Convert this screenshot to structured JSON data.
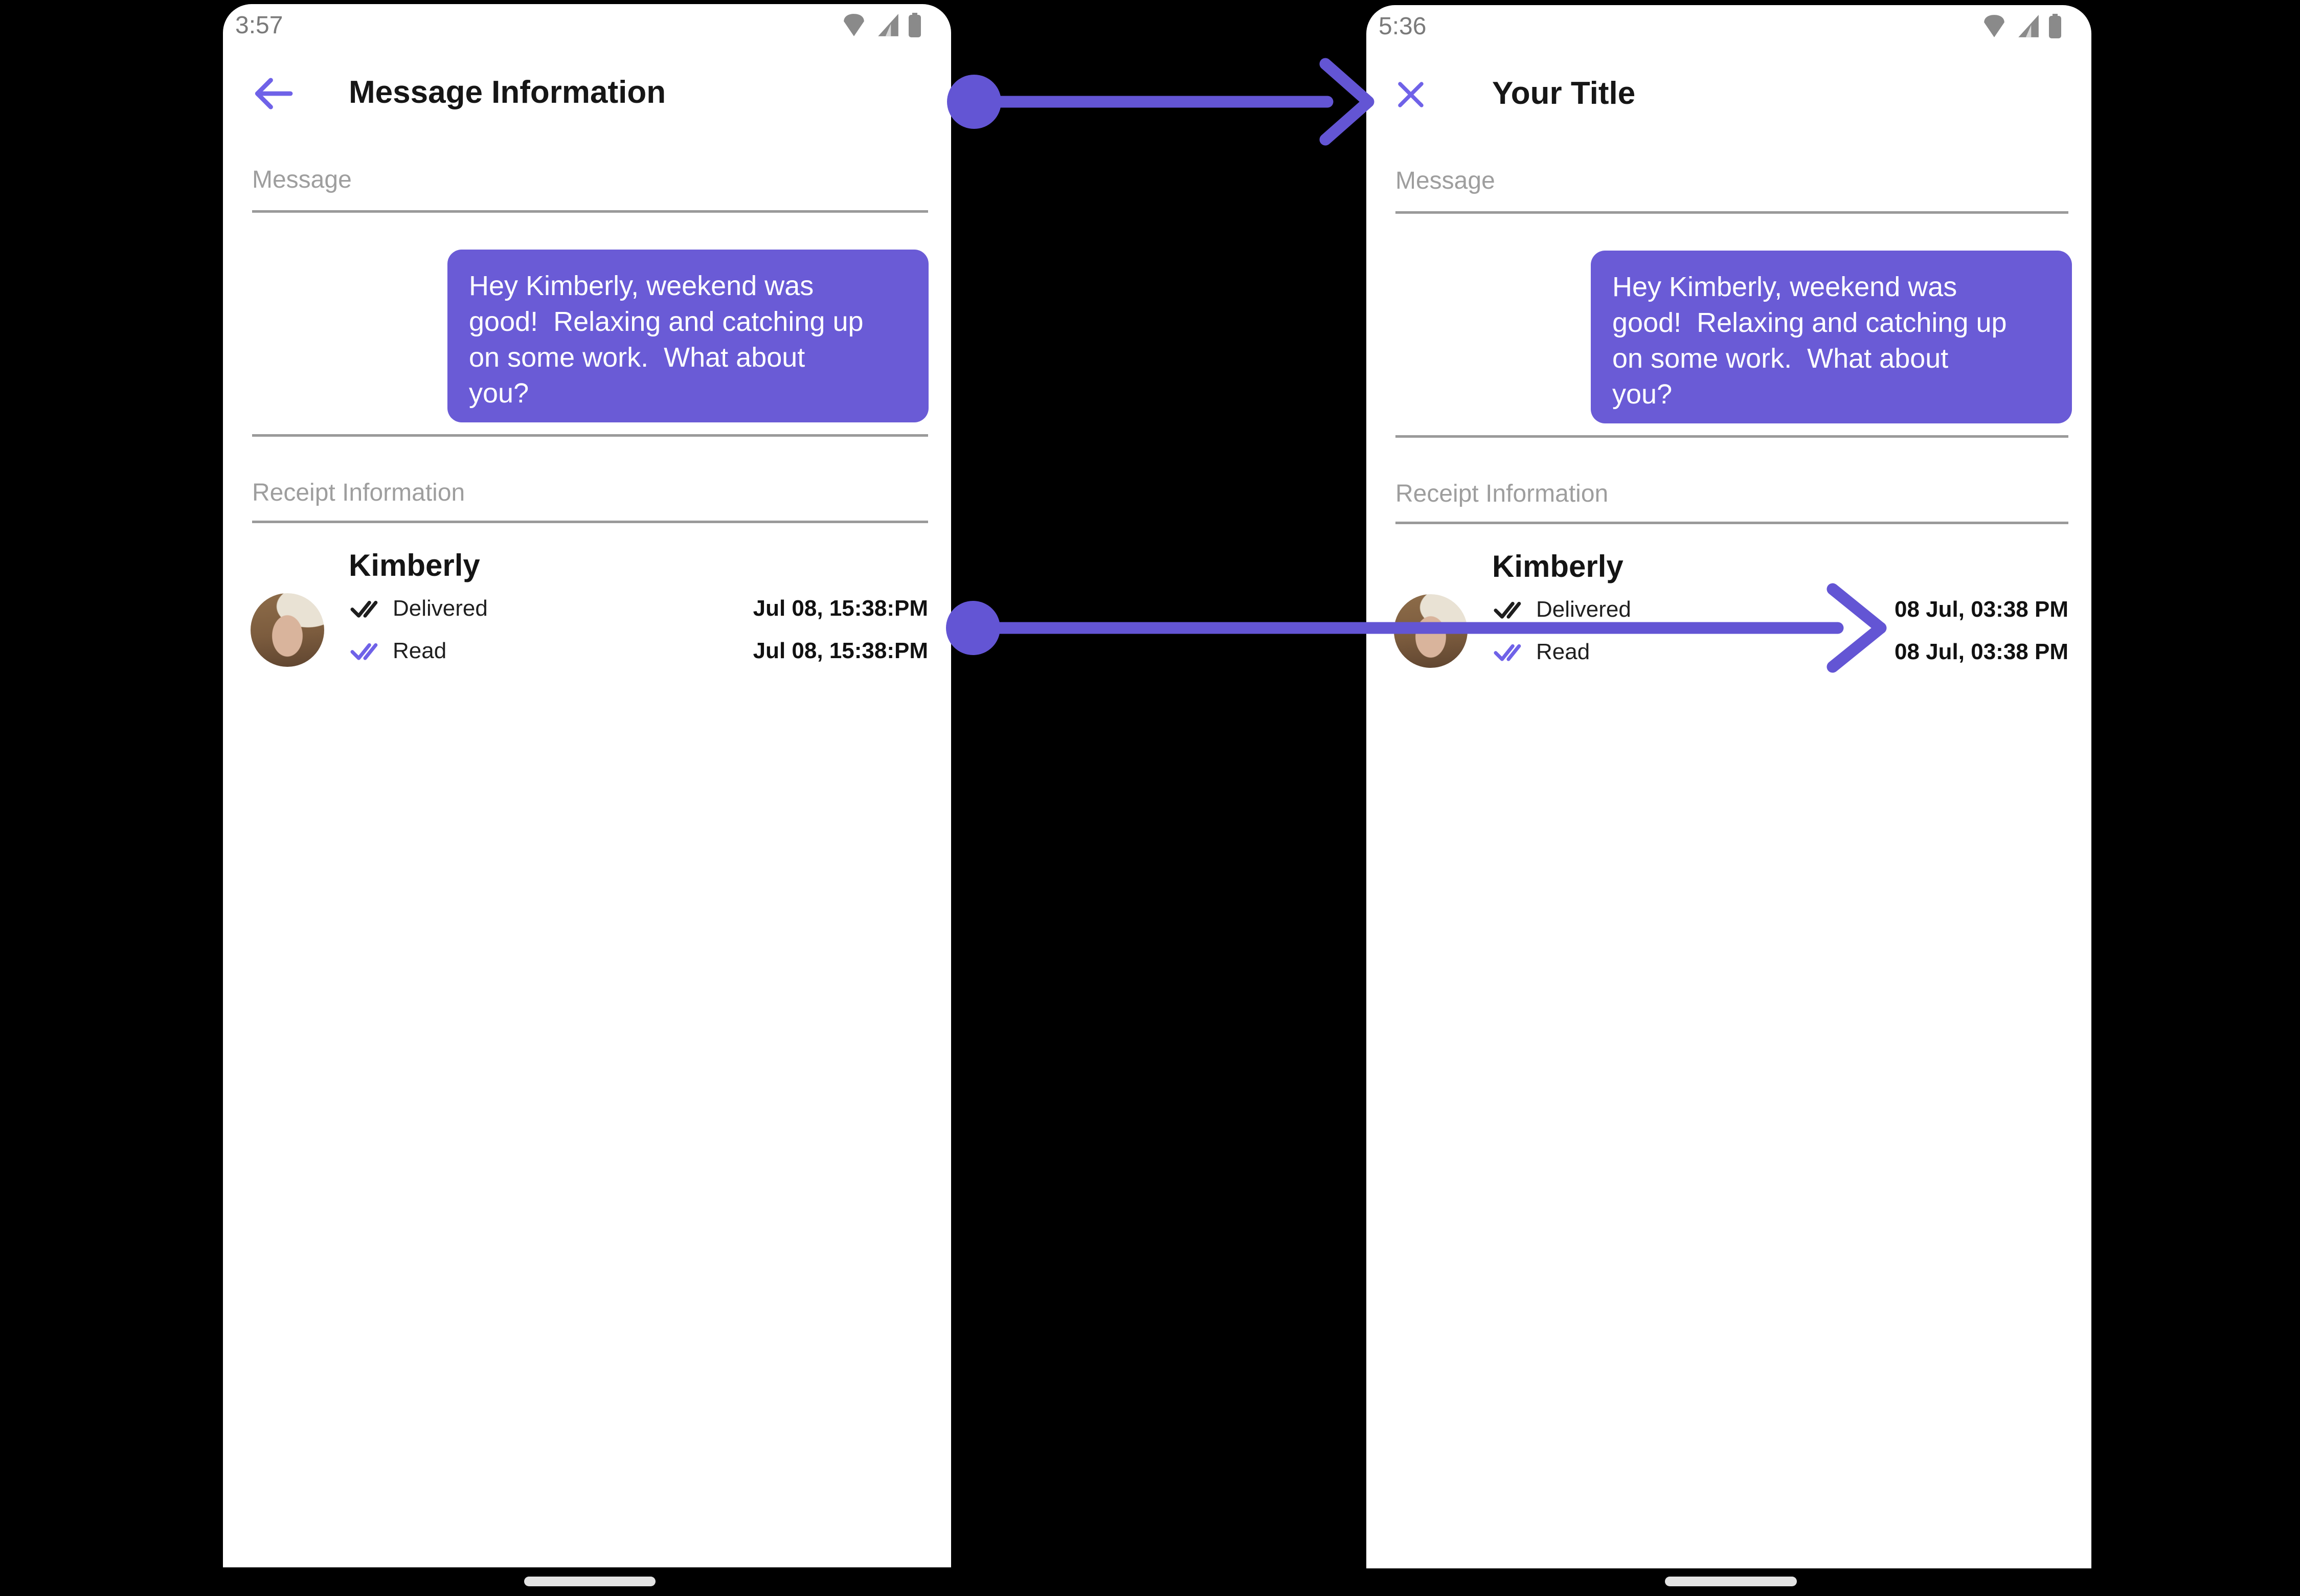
{
  "colors": {
    "background": "#000000",
    "accent_arrow_purple": "#6355d4",
    "bubble_purple": "#6a5bd6",
    "icon_purple": "#6f62e8",
    "label_gray": "#9e9e9e",
    "divider_gray": "#9a9a9a",
    "status_bar_gray": "#7a7a7a",
    "text_dark": "#161616",
    "home_pill_gray": "#e3e3e3"
  },
  "left_phone": {
    "status_bar": {
      "time": "3:57",
      "icons": [
        "wifi-icon",
        "cellular-signal-icon",
        "battery-icon"
      ]
    },
    "nav_icon": "back-arrow-icon",
    "title": "Message Information",
    "message_section_label": "Message",
    "bubble_text": "Hey Kimberly, weekend was\ngood!  Relaxing and catching up\non some work.  What about\nyou?",
    "receipt_section_label": "Receipt Information",
    "contact_name": "Kimberly",
    "receipts": [
      {
        "status": "Delivered",
        "time": "Jul 08, 15:38:PM",
        "check_color": "dark"
      },
      {
        "status": "Read",
        "time": "Jul 08, 15:38:PM",
        "check_color": "purple"
      }
    ]
  },
  "right_phone": {
    "status_bar": {
      "time": "5:36",
      "icons": [
        "wifi-icon",
        "cellular-signal-icon",
        "battery-icon"
      ]
    },
    "nav_icon": "close-icon",
    "title": "Your Title",
    "message_section_label": "Message",
    "bubble_text": "Hey Kimberly, weekend was\ngood!  Relaxing and catching up\non some work.  What about\nyou?",
    "receipt_section_label": "Receipt Information",
    "contact_name": "Kimberly",
    "receipts": [
      {
        "status": "Delivered",
        "time": "08 Jul, 03:38 PM",
        "check_color": "dark"
      },
      {
        "status": "Read",
        "time": "08 Jul, 03:38 PM",
        "check_color": "purple"
      }
    ]
  },
  "annotations": {
    "arrow_top": "points from left title bar to right title bar",
    "arrow_middle": "points from left receipt times to right receipt times"
  }
}
